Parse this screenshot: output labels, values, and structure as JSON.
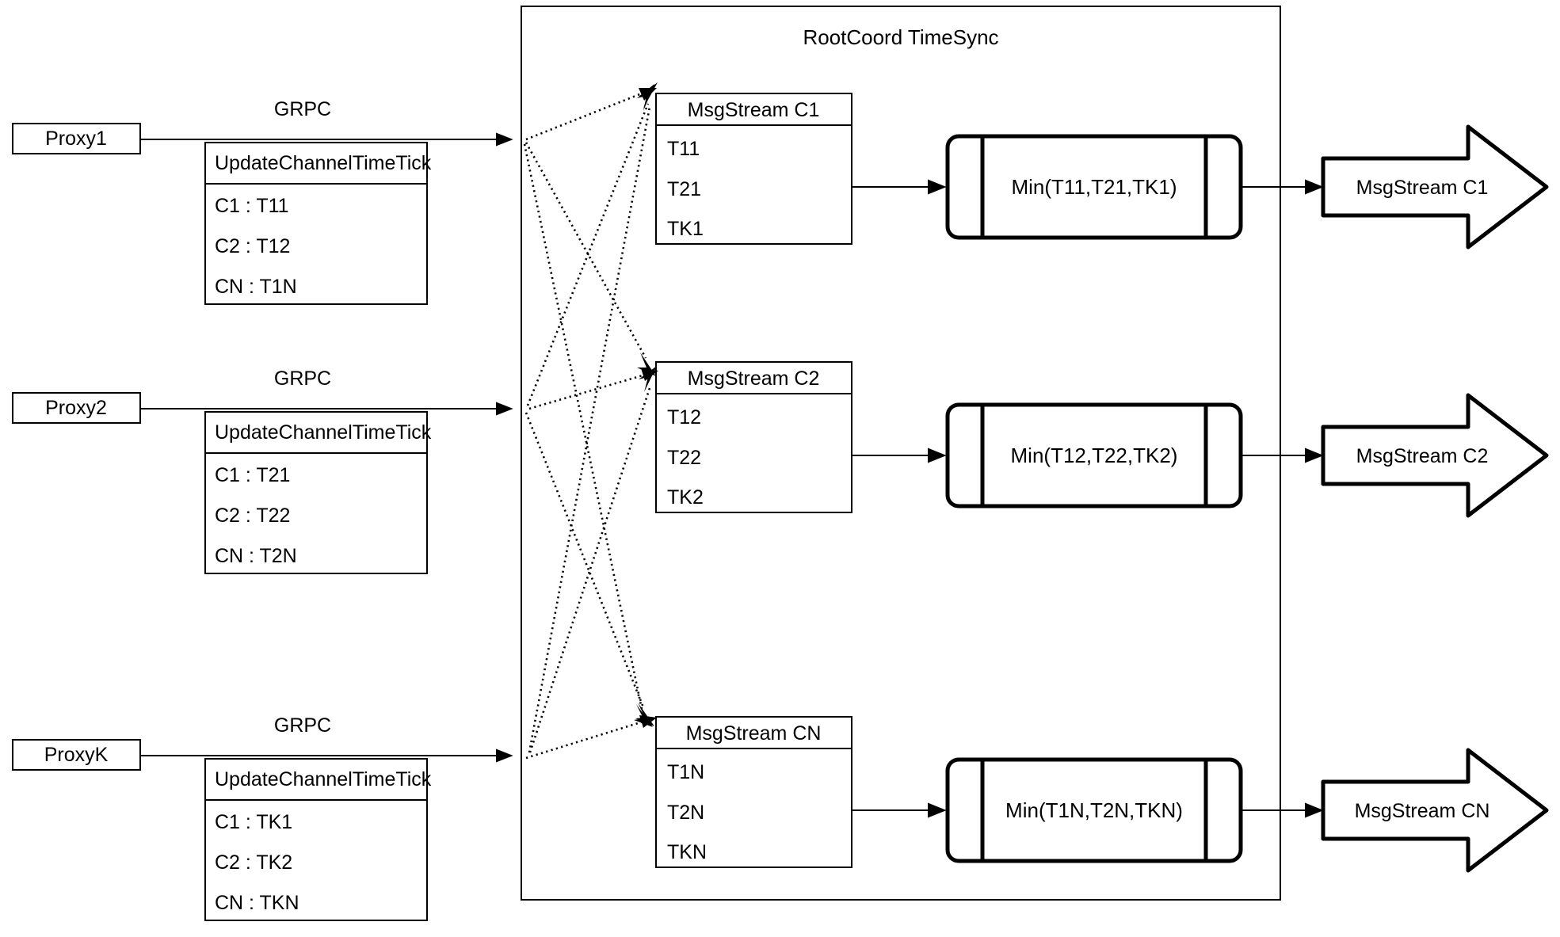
{
  "diagram": {
    "title": "RootCoord TimeSync",
    "boundary_label": "RootCoord TimeSync"
  },
  "rows": [
    {
      "proxy_label": "Proxy1",
      "link_label": "GRPC",
      "request": {
        "header": "UpdateChannelTimeTick",
        "entries": [
          "C1 :  T11",
          "C2 :  T12",
          "CN : T1N"
        ]
      },
      "msgstream": {
        "header": "MsgStream C1",
        "entries": [
          "T11",
          "T21",
          "TK1"
        ]
      },
      "process_label": "Min(T11,T21,TK1)",
      "output_label": "MsgStream C1"
    },
    {
      "proxy_label": "Proxy2",
      "link_label": "GRPC",
      "request": {
        "header": "UpdateChannelTimeTick",
        "entries": [
          "C1 :  T21",
          "C2 :  T22",
          "CN : T2N"
        ]
      },
      "msgstream": {
        "header": "MsgStream C2",
        "entries": [
          "T12",
          "T22",
          "TK2"
        ]
      },
      "process_label": "Min(T12,T22,TK2)",
      "output_label": "MsgStream C2"
    },
    {
      "proxy_label": "ProxyK",
      "link_label": "GRPC",
      "request": {
        "header": "UpdateChannelTimeTick",
        "entries": [
          "C1 :  TK1",
          "C2 :  TK2",
          "CN : TKN"
        ]
      },
      "msgstream": {
        "header": "MsgStream CN",
        "entries": [
          "T1N",
          "T2N",
          "TKN"
        ]
      },
      "process_label": "Min(T1N,T2N,TKN)",
      "output_label": "MsgStream CN"
    }
  ],
  "colors": {
    "stroke": "#000000",
    "fill": "#ffffff"
  }
}
